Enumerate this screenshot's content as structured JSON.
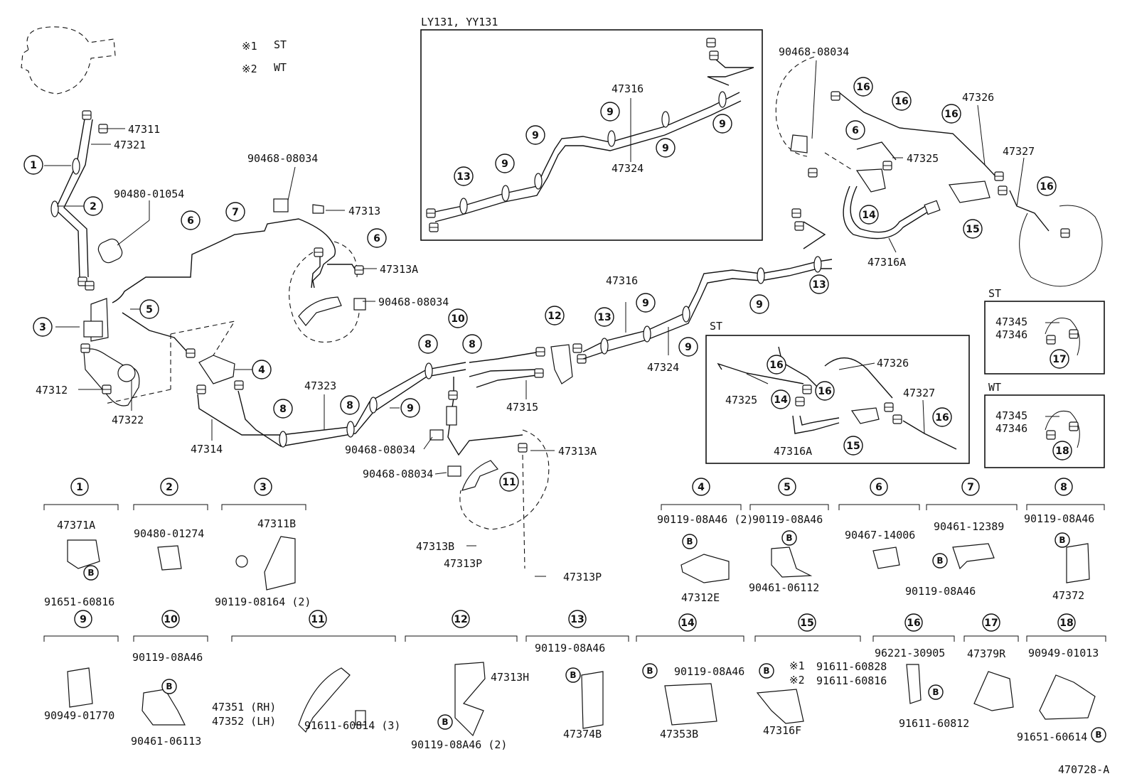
{
  "variant_box_title": "LY131, YY131",
  "legend": [
    {
      "mark": "※1",
      "text": "ST"
    },
    {
      "mark": "※2",
      "text": "WT"
    }
  ],
  "inset_st": "ST",
  "inset_wt": "WT",
  "diagram_id": "470728-A",
  "callouts": [
    "1",
    "2",
    "3",
    "4",
    "5",
    "6",
    "7",
    "8",
    "9",
    "10",
    "11",
    "12",
    "13",
    "14",
    "15",
    "16",
    "17",
    "18"
  ],
  "bolt_mark": "B",
  "labels": {
    "p47311": "47311",
    "p47321": "47321",
    "p9048001054": "90480-01054",
    "p9046808034a": "90468-08034",
    "p47313": "47313",
    "p47313A_a": "47313A",
    "p9046808034b": "90468-08034",
    "p47312": "47312",
    "p47322": "47322",
    "p47314": "47314",
    "p47323": "47323",
    "p47315": "47315",
    "p9046808034c": "90468-08034",
    "p9046808034d": "90468-08034",
    "p47313A_b": "47313A",
    "p47313B": "47313B",
    "p47313P_a": "47313P",
    "p47313P_b": "47313P",
    "p47316_top": "47316",
    "p47324_top": "47324",
    "p47316": "47316",
    "p47324": "47324",
    "p9046808034e": "90468-08034",
    "p47326": "47326",
    "p47325": "47325",
    "p47327": "47327",
    "p47316A": "47316A",
    "st_47326": "47326",
    "st_47325": "47325",
    "st_47327": "47327",
    "st_47316A": "47316A",
    "st_47345": "47345",
    "st_47346": "47346",
    "wt_47345": "47345",
    "wt_47346": "47346"
  },
  "parts": {
    "c1_top": "47371A",
    "c1_bot": "91651-60816",
    "c2_top": "90480-01274",
    "c3_top": "47311B",
    "c3_bot": "90119-08164 (2)",
    "c4_top": "90119-08A46 (2)",
    "c4_bot": "47312E",
    "c5_top": "90119-08A46",
    "c5_bot": "90461-06112",
    "c6_top": "90467-14006",
    "c7_top": "90461-12389",
    "c7_bot": "90119-08A46",
    "c8_top": "90119-08A46",
    "c8_bot": "47372",
    "c9_bot": "90949-01770",
    "c10_top": "90119-08A46",
    "c10_bot": "90461-06113",
    "c11_a": "47351 (RH)",
    "c11_b": "47352 (LH)",
    "c11_c": "91611-60814 (3)",
    "c12_top": "47313H",
    "c12_bot": "90119-08A46 (2)",
    "c13_top": "90119-08A46",
    "c13_bot": "47374B",
    "c14_top": "90119-08A46",
    "c14_bot": "47353B",
    "c15_m1": "※1",
    "c15_a": "91611-60828",
    "c15_m2": "※2",
    "c15_b": "91611-60816",
    "c15_bot": "47316F",
    "c16_top": "96221-30905",
    "c16_bot": "91611-60812",
    "c17_top": "47379R",
    "c18_top": "90949-01013",
    "c18_bot": "91651-60614"
  }
}
